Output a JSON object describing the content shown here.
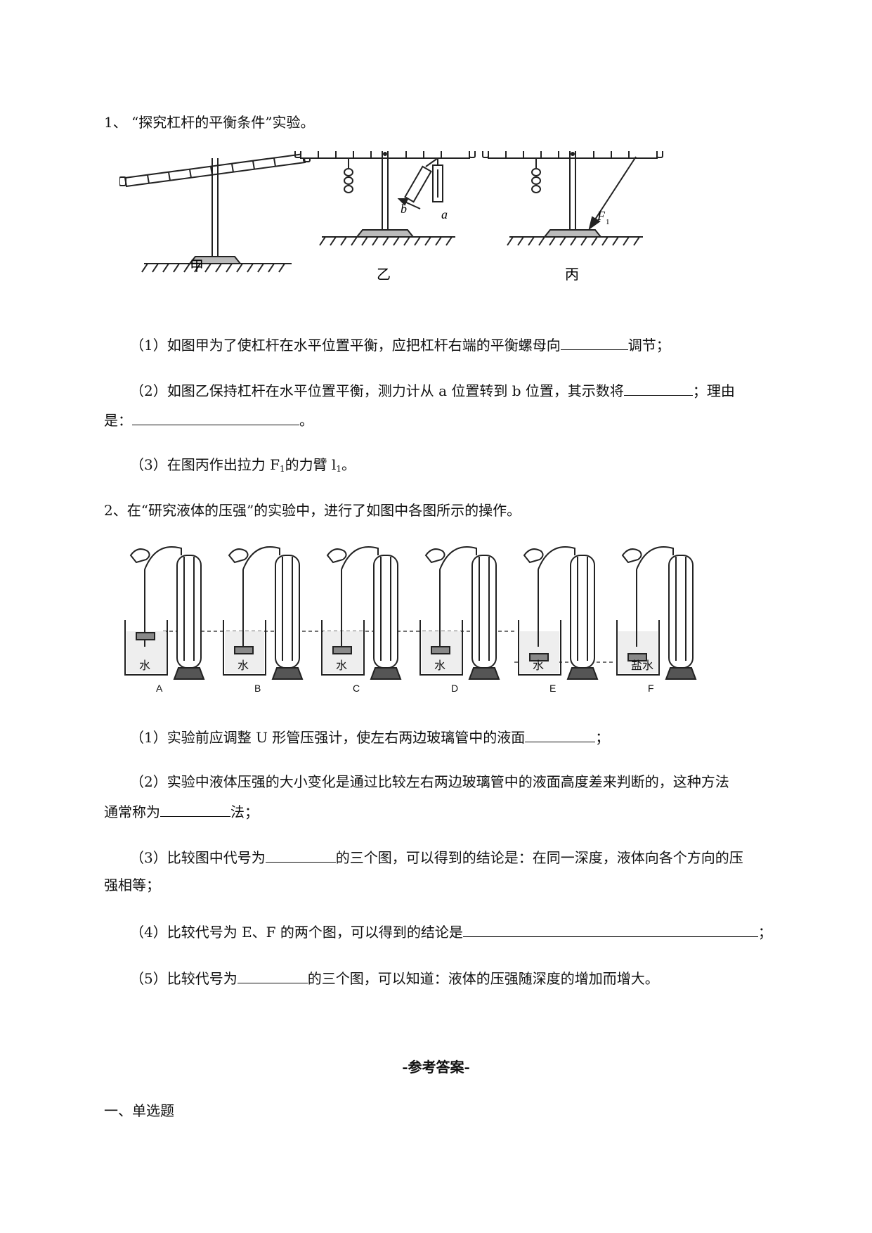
{
  "q1": {
    "title": "1、 “探究杠杆的平衡条件”实验。",
    "figure_labels": [
      "甲",
      "乙",
      "丙"
    ],
    "fig_letters": {
      "b": "b",
      "a": "a",
      "force": "F",
      "force_sub": "1"
    },
    "sub1_before": "（1）如图甲为了使杠杆在水平位置平衡，应把杠杆右端的平衡螺母向",
    "sub1_after": "调节；",
    "sub2_before": "（2）如图乙保持杠杆在水平位置平衡，测力计从 a 位置转到 b 位置，其示数将",
    "sub2_after": "；理由",
    "sub2_line2_before": "是：",
    "sub2_line2_after": "。",
    "sub3_a": "（3）在图丙作出拉力 F",
    "sub3_sub1": "1",
    "sub3_b": "的力臂 l",
    "sub3_sub2": "1",
    "sub3_c": "。"
  },
  "q2": {
    "title": "2、在“研究液体的压强”的实验中，进行了如图中各图所示的操作。",
    "beaker_letters": [
      "A",
      "B",
      "C",
      "D",
      "E",
      "F"
    ],
    "liquids": [
      "水",
      "水",
      "水",
      "水",
      "水",
      "盐水"
    ],
    "sub1_before": "（1）实验前应调整 U 形管压强计，使左右两边玻璃管中的液面",
    "sub1_after": "；",
    "sub2_line1": "（2）实验中液体压强的大小变化是通过比较左右两边玻璃管中的液面高度差来判断的，这种方法",
    "sub2_line2_before": "通常称为",
    "sub2_line2_after": "法；",
    "sub3_before": "（3）比较图中代号为",
    "sub3_after": "的三个图，可以得到的结论是：在同一深度，液体向各个方向的压",
    "sub3_line2": "强相等；",
    "sub4_before": "（4）比较代号为 E、F 的两个图，可以得到的结论是",
    "sub4_after": "；",
    "sub5_before": "（5）比较代号为",
    "sub5_after": "的三个图，可以知道：液体的压强随深度的增加而增大。"
  },
  "answer_title": "-参考答案-",
  "section_title": "一、单选题"
}
